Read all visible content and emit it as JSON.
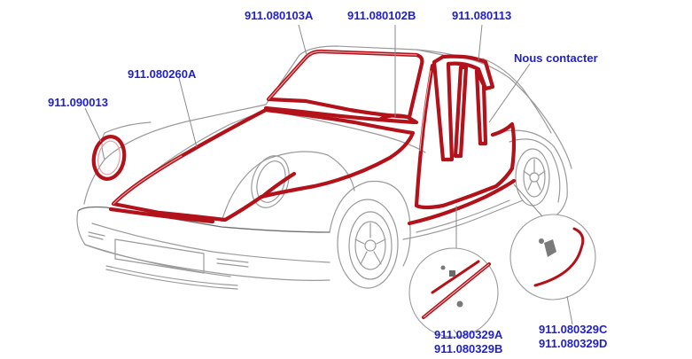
{
  "labels": {
    "windshield": "911.080103A",
    "roof_center": "911.080102B",
    "door_frame": "911.080113",
    "contact": "Nous contacter",
    "hood": "911.080260A",
    "headlight": "911.090013",
    "sill_a": "911.080329A",
    "sill_b": "911.080329B",
    "sill_c": "911.080329C",
    "sill_d": "911.080329D"
  },
  "colors": {
    "label": "#1f1fcc",
    "seal": "#b3121a",
    "outline": "#9a9a9a"
  }
}
